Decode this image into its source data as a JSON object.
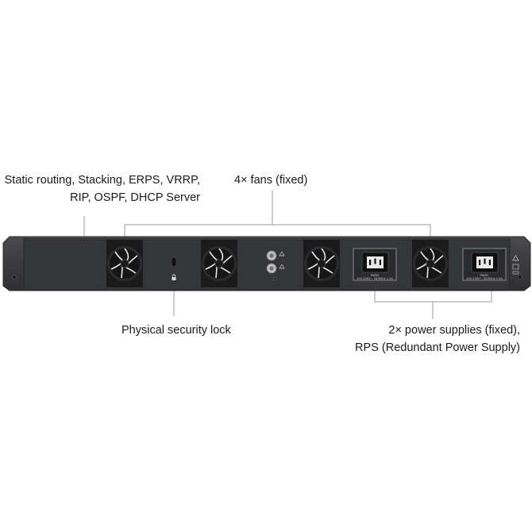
{
  "callouts": {
    "features": {
      "line1": "Static routing, Stacking, ERPS, VRRP,",
      "line2": "RIP, OSPF, DHCP Server"
    },
    "fans": "4× fans (fixed)",
    "lock": "Physical security lock",
    "power": {
      "line1": "2× power supplies (fixed),",
      "line2": "RPS (Redundant Power Supply)"
    }
  },
  "device": {
    "psu_labels": [
      "PWR2",
      "PWR1"
    ],
    "psu_ratings": [
      "100-240V~ 50/60Hz 1.5A",
      "100-240V~ 50/60Hz 1.5A"
    ],
    "icons": [
      "fan-icon",
      "lock-icon",
      "ground-icon",
      "power-inlet-icon",
      "warning-icon"
    ],
    "colors": {
      "chassis": "#3a3b3e",
      "chassis_edge": "#2a2b2d",
      "fan": "#1f1f20",
      "callout_line": "#9a9a9a"
    }
  }
}
